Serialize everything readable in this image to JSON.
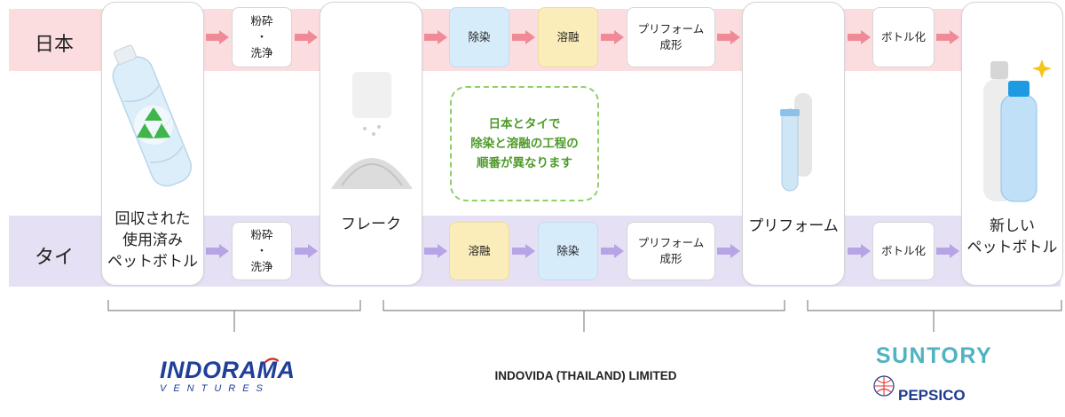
{
  "rows": {
    "japan": "日本",
    "thailand": "タイ"
  },
  "stages": {
    "used_bottle": "回収された\n使用済み\nペットボトル",
    "flake": "フレーク",
    "preform": "プリフォーム",
    "new_bottle": "新しい\nペットボトル"
  },
  "japan_steps": {
    "crush_wash": "粉砕\n・\n洗浄",
    "decontam": "除染",
    "melt": "溶融",
    "preform_mold": "プリフォーム\n成形",
    "bottling": "ボトル化"
  },
  "thailand_steps": {
    "crush_wash": "粉砕\n・\n洗浄",
    "melt": "溶融",
    "decontam": "除染",
    "preform_mold": "プリフォーム\n成形",
    "bottling": "ボトル化"
  },
  "note": "日本とタイで\n除染と溶融の工程の\n順番が異なります",
  "companies": {
    "indorama_top": "INDORAMA",
    "indorama_bottom": "VENTURES",
    "indovida": "INDOVIDA (THAILAND) LIMITED",
    "suntory": "SUNTORY",
    "pepsico": "PEPSICO"
  },
  "colors": {
    "japan_band": "#fbdde0",
    "thailand_band": "#e6e0f4",
    "japan_arrow": "#ef8a97",
    "thailand_arrow": "#b5a4e6",
    "decontam_fill": "#d6ecfb",
    "melt_fill": "#fbedb9",
    "note_green": "#4f9a2a",
    "indorama_blue": "#1f3f99",
    "indorama_red": "#d92b2b",
    "suntory_teal": "#4fb3c2",
    "pepsico_navy": "#1d3b8f"
  }
}
